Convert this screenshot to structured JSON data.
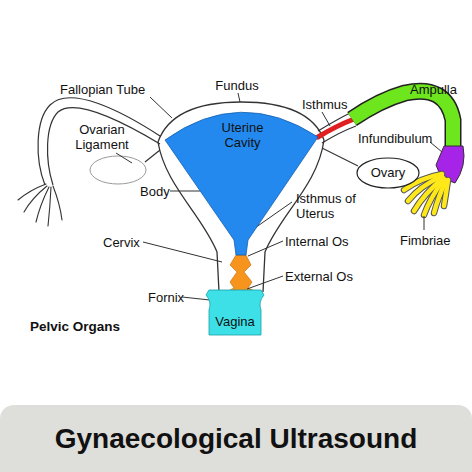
{
  "diagram": {
    "title": "Gynaecological Ultrasound",
    "nodes": [
      {
        "text": [
          "Uterine Cavity"
        ]
      },
      {
        "text": [
          "Ovary"
        ]
      },
      {
        "text": [
          "Vagina"
        ]
      }
    ],
    "labels": [
      "Fallopian Tube",
      "Fundus",
      "Isthmus",
      "Ampulla",
      "Ovarian Ligament",
      "Infundibulum",
      "Body",
      "Isthmus of Uterus",
      "Fimbriae",
      "Internal Os",
      "Cervix",
      "External Os",
      "Fornix",
      "Pelvic Organs"
    ]
  }
}
